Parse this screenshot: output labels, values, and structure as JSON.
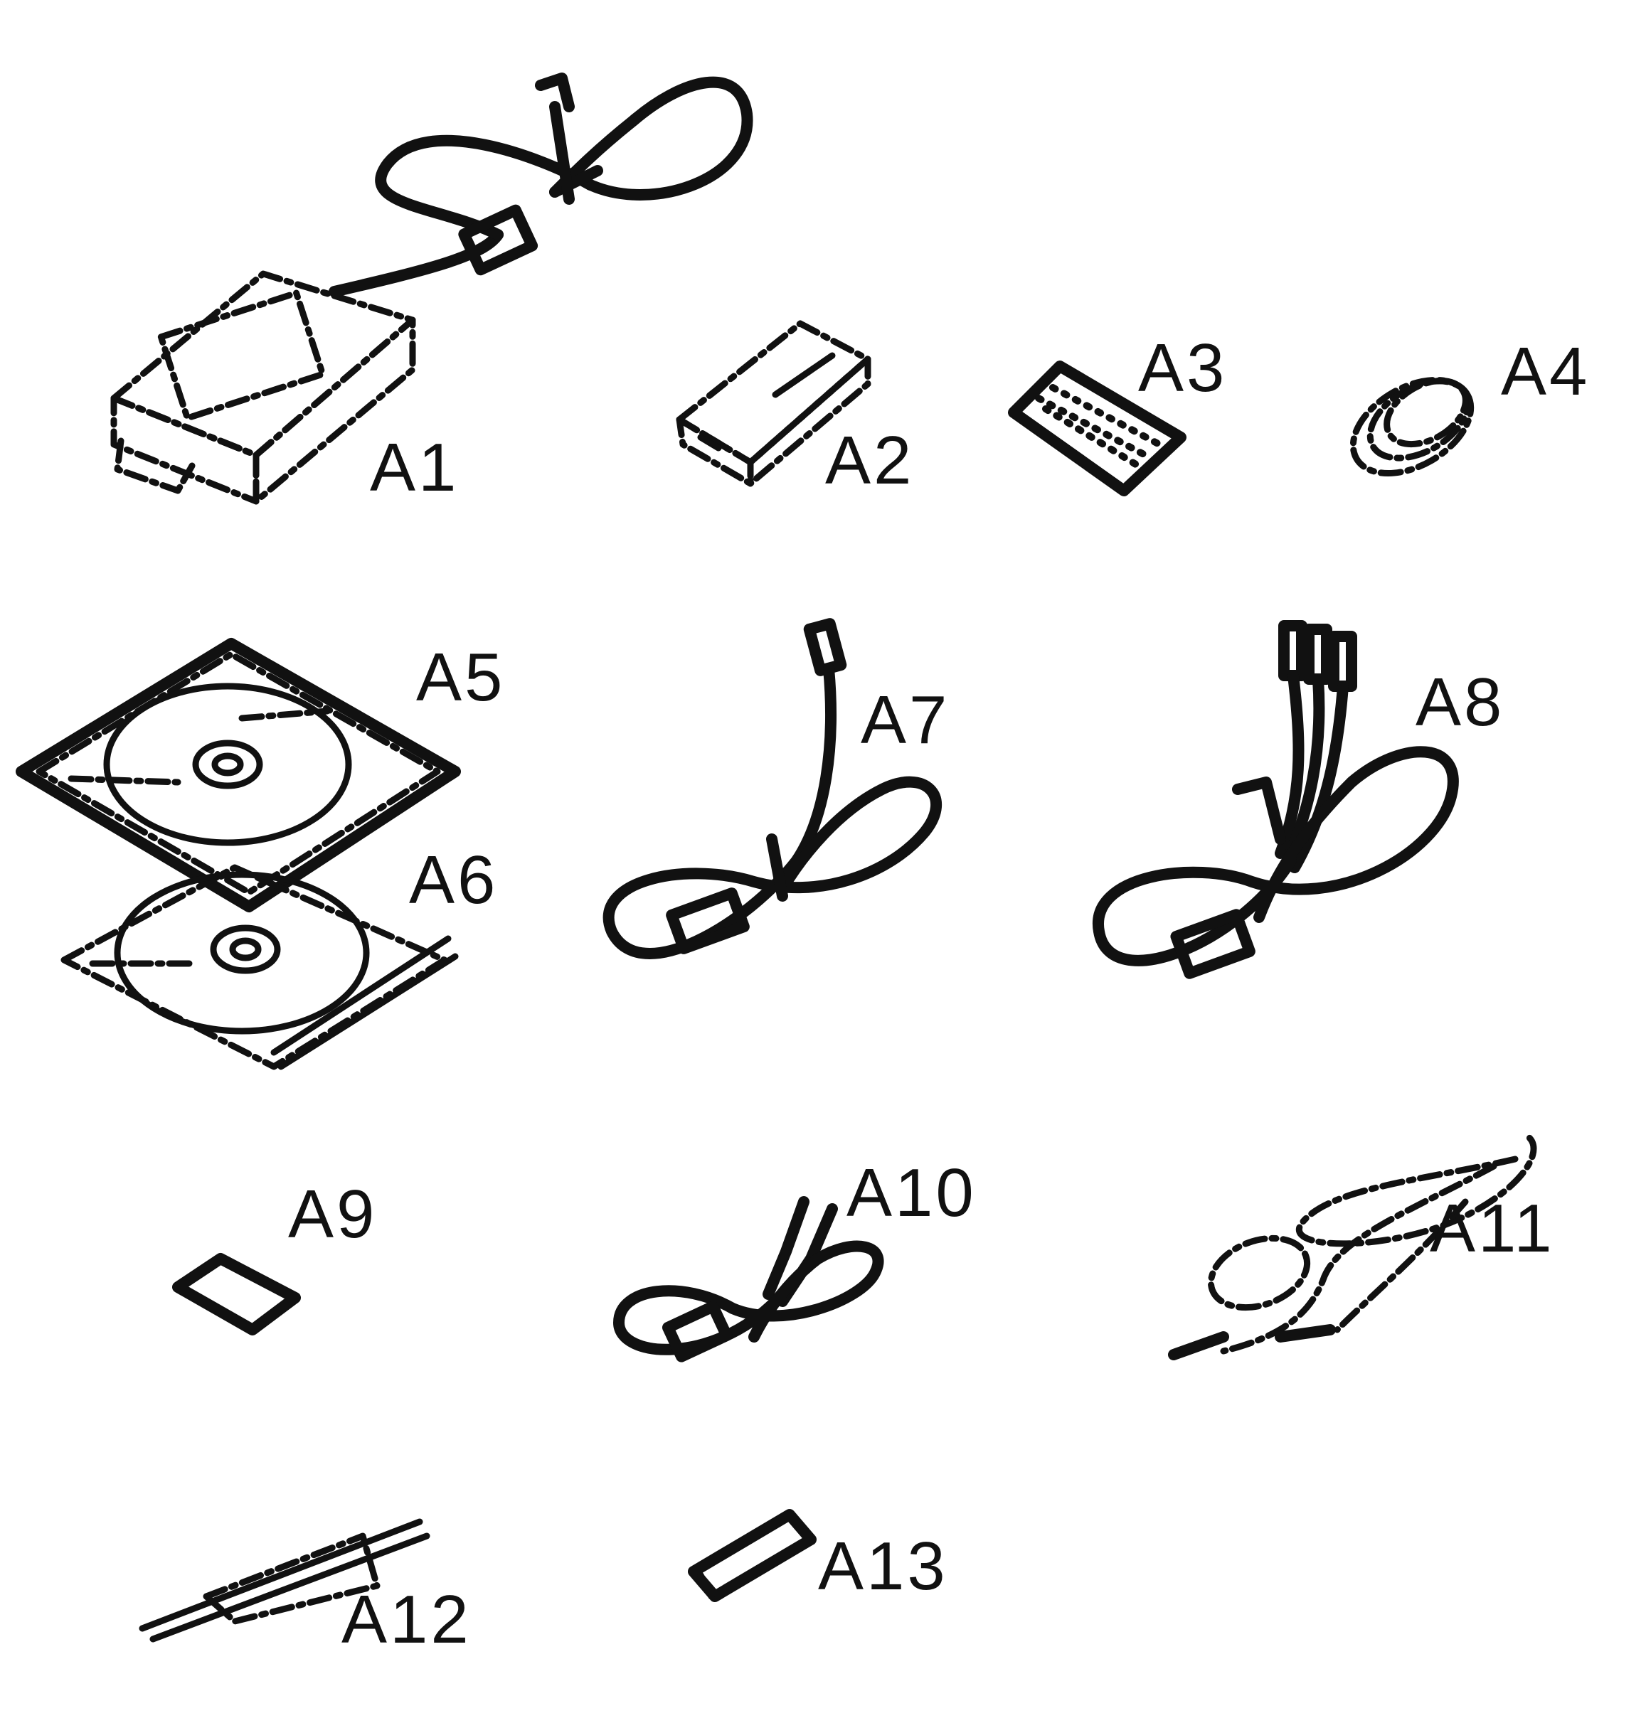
{
  "diagram": {
    "labels": {
      "a1": "A1",
      "a2": "A2",
      "a3": "A3",
      "a4": "A4",
      "a5": "A5",
      "a6": "A6",
      "a7": "A7",
      "a8": "A8",
      "a9": "A9",
      "a10": "A10",
      "a11": "A11",
      "a12": "A12",
      "a13": "A13"
    }
  }
}
